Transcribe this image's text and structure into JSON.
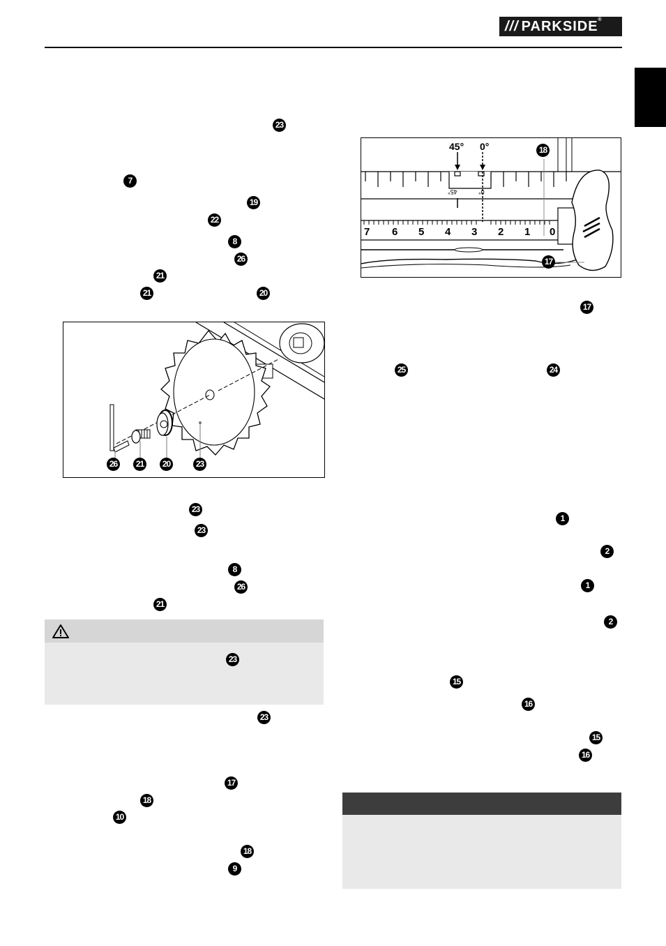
{
  "header": {
    "logo_slashes": "///",
    "logo_brand": "PARKSIDE",
    "logo_reg": "®"
  },
  "markers_left": [
    "23",
    "7",
    "19",
    "22",
    "8",
    "26",
    "21",
    "21",
    "20"
  ],
  "markers_left_lower": [
    "23",
    "23",
    "8",
    "26",
    "21",
    "23",
    "23",
    "17",
    "18",
    "10",
    "18",
    "9"
  ],
  "markers_right": [
    "17",
    "25",
    "24",
    "1",
    "2",
    "1",
    "2",
    "15",
    "16",
    "15",
    "16"
  ],
  "blade_figure": {
    "labels": [
      "26",
      "21",
      "20",
      "23"
    ]
  },
  "scale_figure": {
    "label_45": "45°",
    "label_0": "0°",
    "inner_45": "45°",
    "inner_0": "0°",
    "scale_numbers": [
      "7",
      "6",
      "5",
      "4",
      "3",
      "2",
      "1",
      "0"
    ],
    "callouts": [
      "18",
      "17"
    ]
  },
  "warning_box": {
    "icon": "warning-triangle-icon"
  },
  "note_box": {}
}
